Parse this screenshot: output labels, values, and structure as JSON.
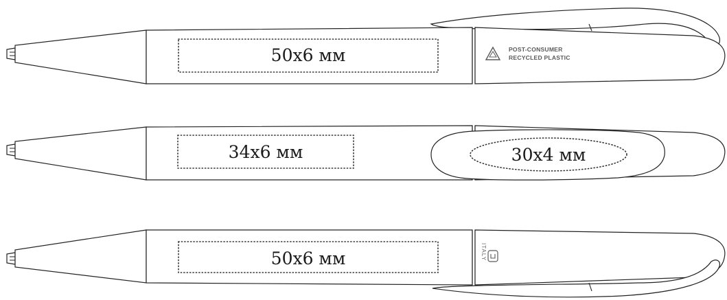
{
  "pens": [
    {
      "print_area": {
        "label": "50x6 мм"
      },
      "clip_logo": {
        "icon": "recycle-triangle-icon",
        "line1": "POST-CONSUMER",
        "line2": "RECYCLED PLASTIC"
      }
    },
    {
      "print_area": {
        "label": "34x6 мм"
      },
      "clip_area": {
        "label": "30x4 мм"
      }
    },
    {
      "print_area": {
        "label": "50x6 мм"
      },
      "clip_logo": {
        "icon": "italy-mark-icon",
        "text": "ITALY"
      }
    }
  ]
}
